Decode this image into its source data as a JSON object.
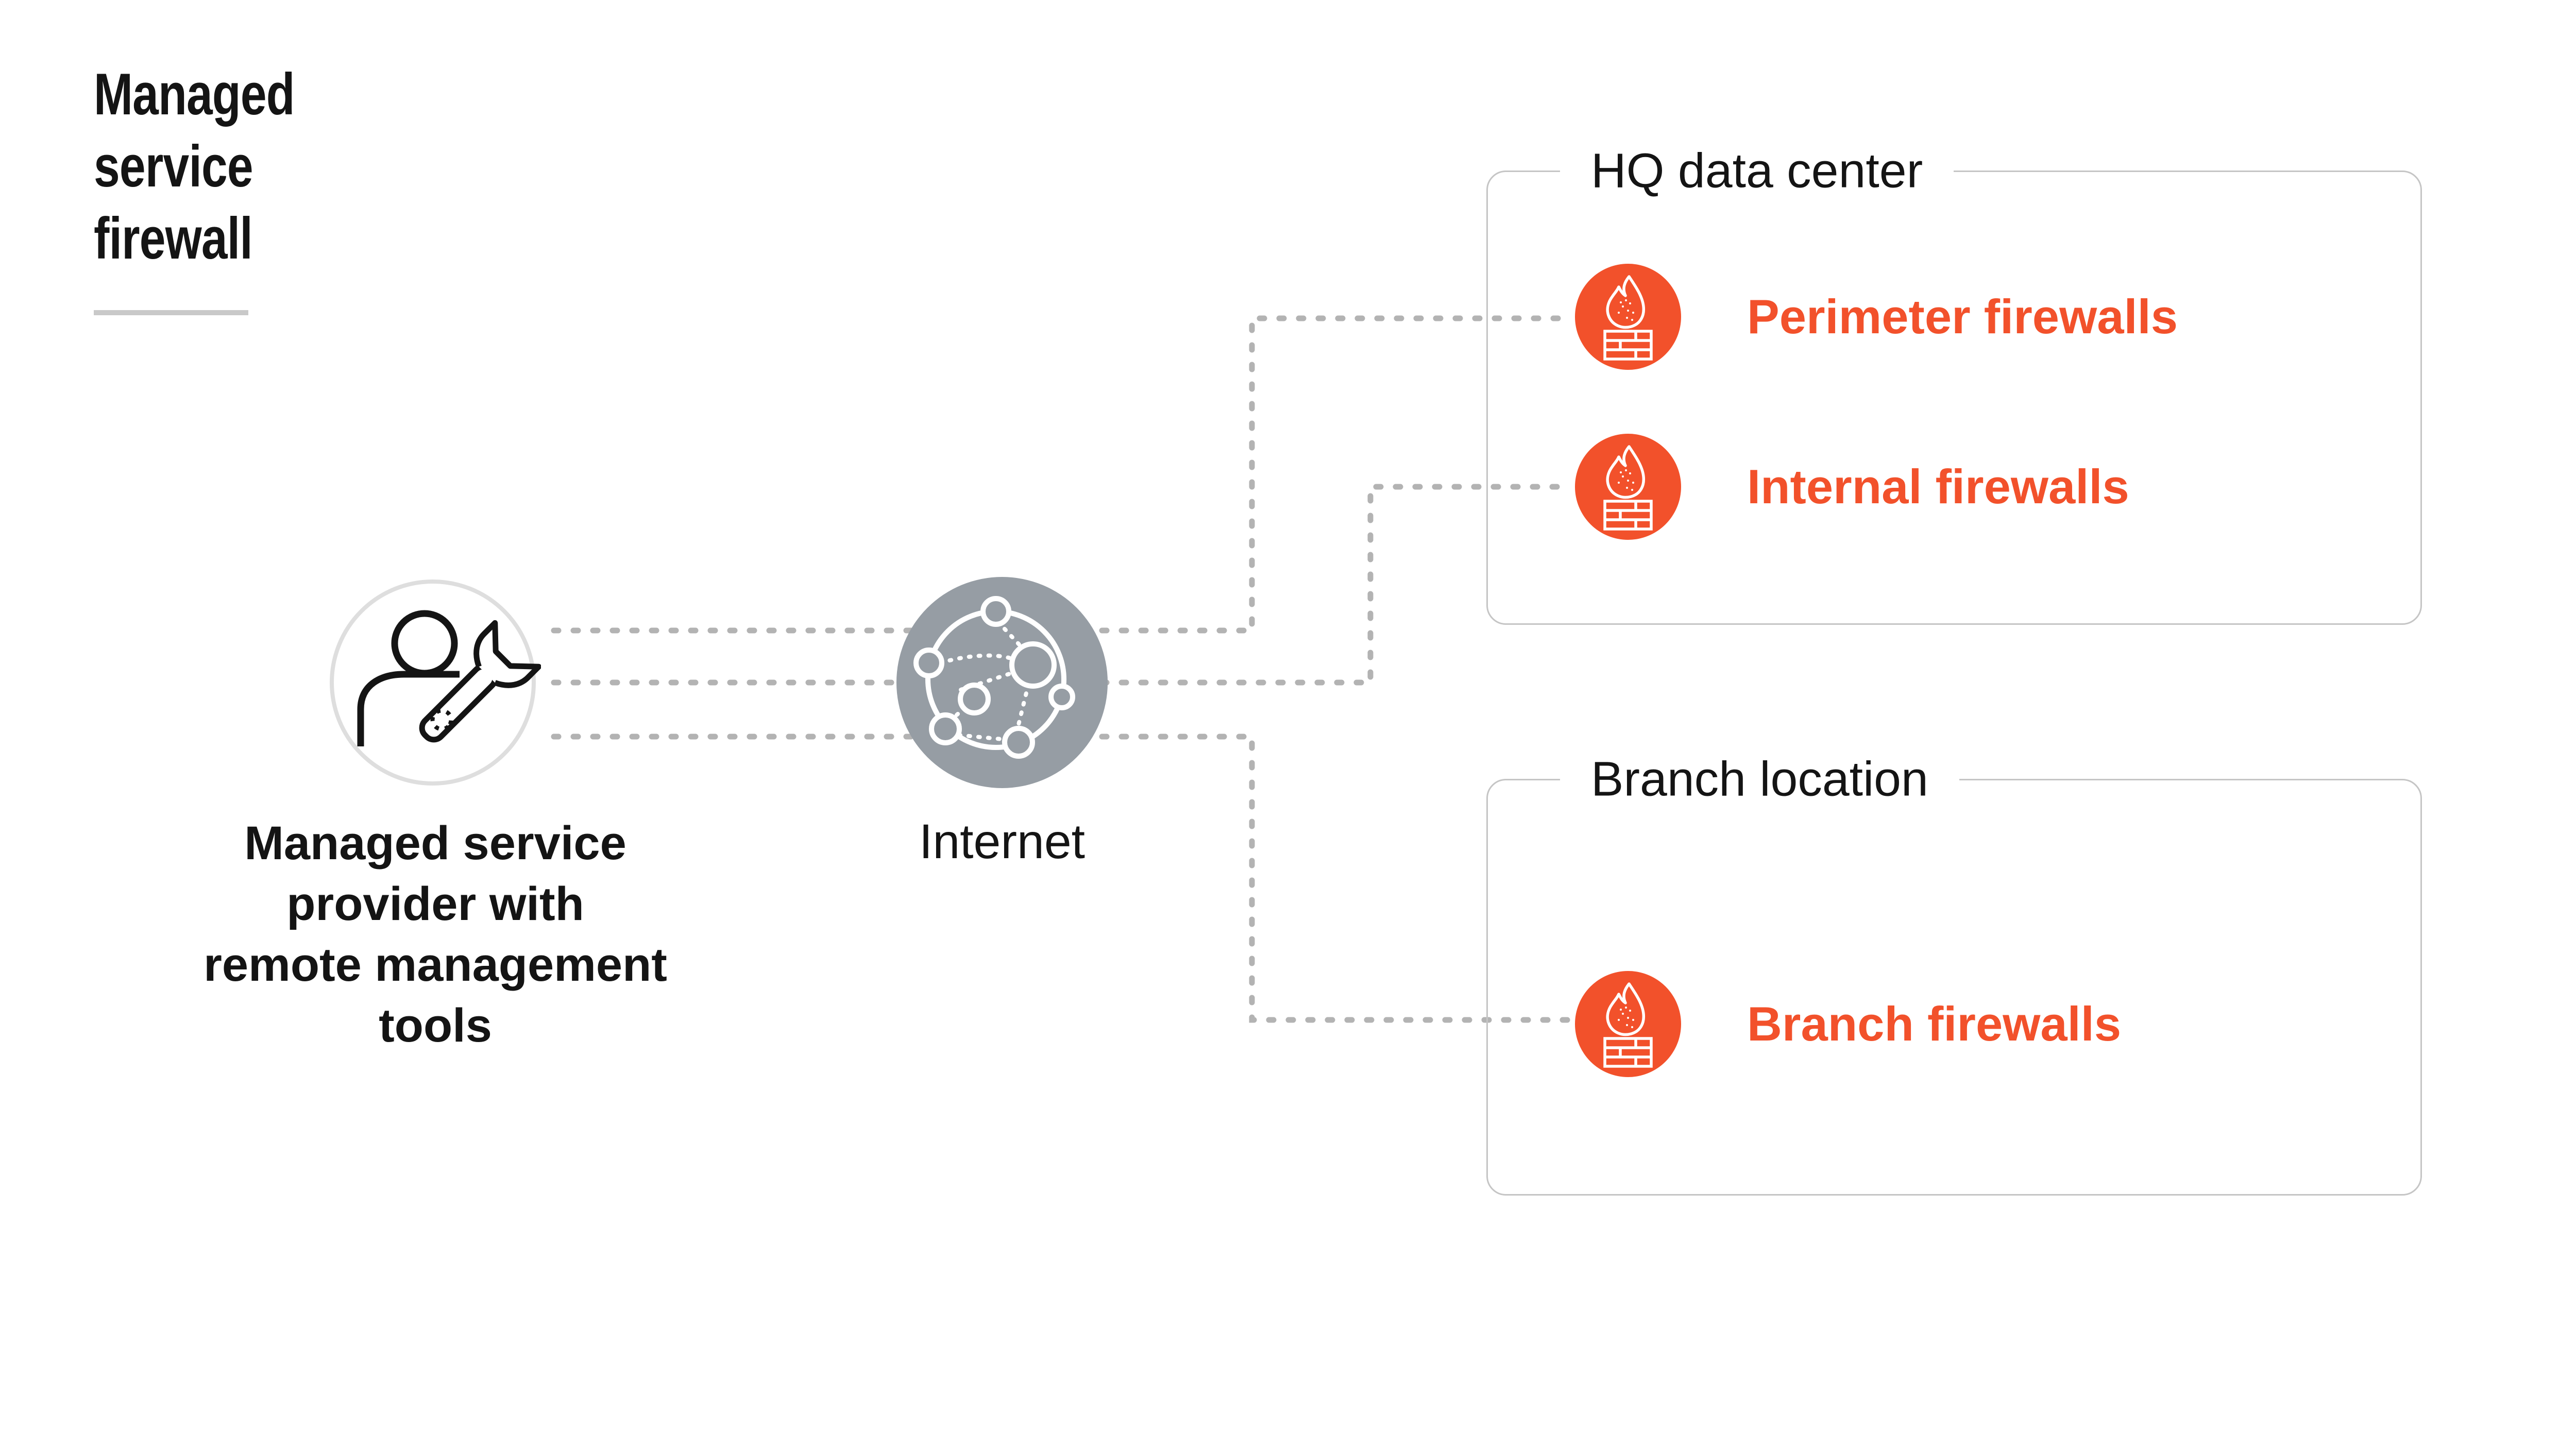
{
  "title": {
    "lines": [
      "Managed",
      "service",
      "firewall"
    ]
  },
  "colors": {
    "orange": "#F2512B",
    "internet_gray": "#969DA4",
    "dotted_line": "#B3B3B3",
    "box_border": "#C5C5C5",
    "provider_ring": "#DEDEDE",
    "underline": "#C9C9C9",
    "text": "#141414"
  },
  "provider": {
    "icon": "person-wrench-icon",
    "caption_lines": [
      "Managed service",
      "provider with",
      "remote management",
      "tools"
    ]
  },
  "internet": {
    "icon": "network-globe-icon",
    "label": "Internet"
  },
  "groups": [
    {
      "label": "HQ data center",
      "items": [
        {
          "icon": "firewall-icon",
          "label": "Perimeter firewalls"
        },
        {
          "icon": "firewall-icon",
          "label": "Internal firewalls"
        }
      ]
    },
    {
      "label": "Branch location",
      "items": [
        {
          "icon": "firewall-icon",
          "label": "Branch firewalls"
        }
      ]
    }
  ]
}
